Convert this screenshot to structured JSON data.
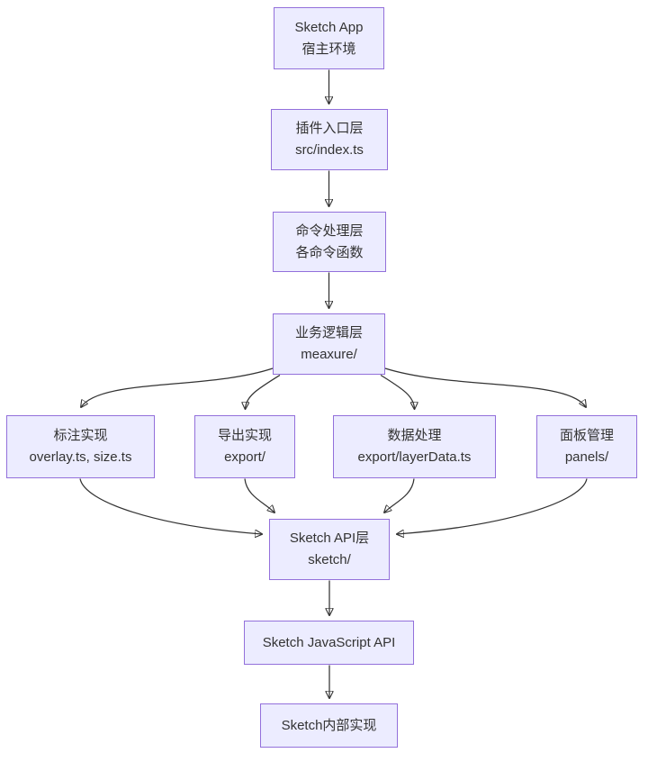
{
  "diagram": {
    "type": "flowchart",
    "direction": "top-down",
    "colors": {
      "background": "#FFFFFF",
      "node_fill": "#ECECFF",
      "node_border": "#9370DB",
      "text": "#333333",
      "arrow": "#333333"
    },
    "nodes": {
      "host": {
        "line1": "Sketch App",
        "line2": "宿主环境"
      },
      "entry": {
        "line1": "插件入口层",
        "line2": "src/index.ts"
      },
      "command": {
        "line1": "命令处理层",
        "line2": "各命令函数"
      },
      "logic": {
        "line1": "业务逻辑层",
        "line2": "meaxure/"
      },
      "overlay": {
        "line1": "标注实现",
        "line2": "overlay.ts, size.ts"
      },
      "export": {
        "line1": "导出实现",
        "line2": "export/"
      },
      "data": {
        "line1": "数据处理",
        "line2": "export/layerData.ts"
      },
      "panels": {
        "line1": "面板管理",
        "line2": "panels/"
      },
      "api": {
        "line1": "Sketch API层",
        "line2": "sketch/"
      },
      "jsapi": {
        "line1": "Sketch JavaScript API"
      },
      "internal": {
        "line1": "Sketch内部实现"
      }
    },
    "edges": [
      {
        "from": "host",
        "to": "entry"
      },
      {
        "from": "entry",
        "to": "command"
      },
      {
        "from": "command",
        "to": "logic"
      },
      {
        "from": "logic",
        "to": "overlay"
      },
      {
        "from": "logic",
        "to": "export"
      },
      {
        "from": "logic",
        "to": "data"
      },
      {
        "from": "logic",
        "to": "panels"
      },
      {
        "from": "overlay",
        "to": "api"
      },
      {
        "from": "export",
        "to": "api"
      },
      {
        "from": "data",
        "to": "api"
      },
      {
        "from": "panels",
        "to": "api"
      },
      {
        "from": "api",
        "to": "jsapi"
      },
      {
        "from": "jsapi",
        "to": "internal"
      }
    ]
  }
}
